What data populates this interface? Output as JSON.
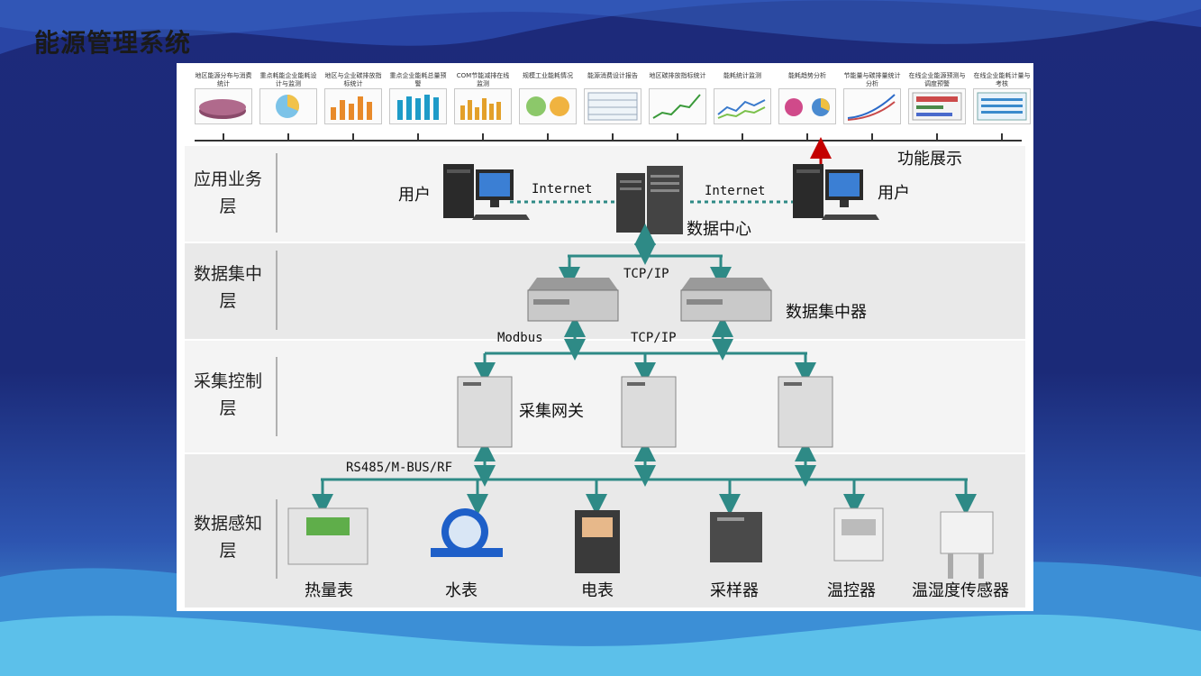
{
  "page": {
    "title": "能源管理系统"
  },
  "top_panel": {
    "thumbnails": [
      {
        "label": "地区能源分布与消费统计"
      },
      {
        "label": "重点耗能企业能耗设计与监测"
      },
      {
        "label": "地区与企业碳排放指标统计"
      },
      {
        "label": "重点企业能耗总量预警"
      },
      {
        "label": "COM节能减排在线监测"
      },
      {
        "label": "规模工业能耗情况"
      },
      {
        "label": "能源消费设计报告"
      },
      {
        "label": "地区碳排放指标统计"
      },
      {
        "label": "能耗统计监测"
      },
      {
        "label": "能耗趋势分析"
      },
      {
        "label": "节能量与碳排量统计分析"
      },
      {
        "label": "在线企业能源预测与调度预警"
      },
      {
        "label": "在线企业能耗计量与考核"
      }
    ],
    "function_label": "功能展示"
  },
  "layers": [
    {
      "label": "应用业务层"
    },
    {
      "label": "数据集中层"
    },
    {
      "label": "采集控制层"
    },
    {
      "label": "数据感知层"
    }
  ],
  "application_layer": {
    "user_left": "用户",
    "user_right": "用户",
    "internet_left": "Internet",
    "internet_right": "Internet",
    "data_center": "数据中心"
  },
  "concentration_layer": {
    "protocol": "TCP/IP",
    "concentrator_label": "数据集中器"
  },
  "collection_layer": {
    "modbus": "Modbus",
    "protocol": "TCP/IP",
    "gateway_label": "采集网关"
  },
  "perception_layer": {
    "bus_label": "RS485/M-BUS/RF",
    "devices": [
      {
        "label": "热量表"
      },
      {
        "label": "水表"
      },
      {
        "label": "电表"
      },
      {
        "label": "采样器"
      },
      {
        "label": "温控器"
      },
      {
        "label": "温湿度传感器"
      }
    ]
  },
  "colors": {
    "background": "#1d2a7a",
    "connector": "#2e8a86",
    "alert_arrow": "#c40000"
  }
}
